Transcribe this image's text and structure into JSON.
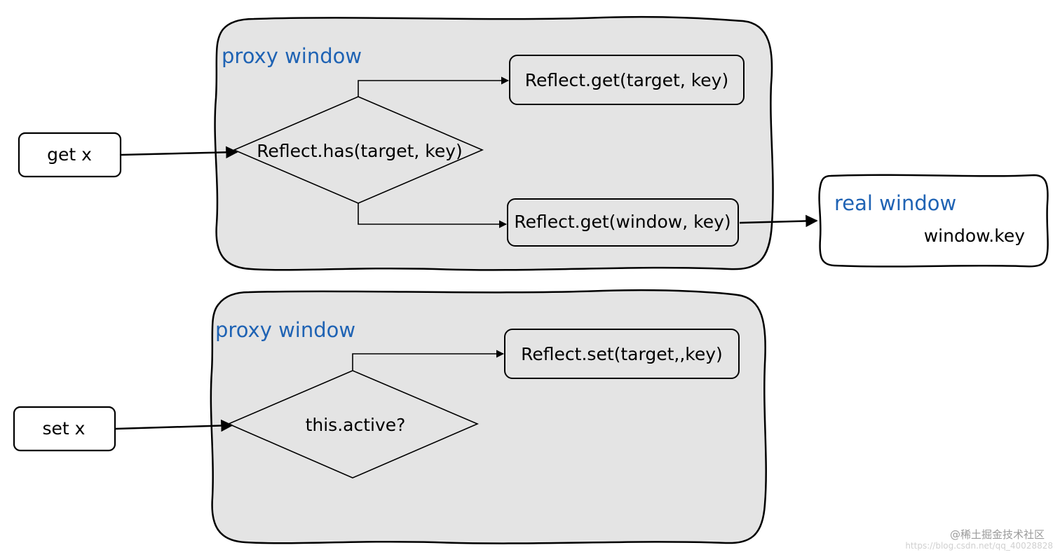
{
  "colors": {
    "group_fill": "#e4e4e4",
    "title_blue": "#1f63b4",
    "stroke": "#000000",
    "node_fill": "#ffffff"
  },
  "proxy_get": {
    "title": "proxy window",
    "decision": "Reflect.has(target, key)",
    "yes_action": "Reflect.get(target, key)",
    "no_action": "Reflect.get(window, key)"
  },
  "proxy_set": {
    "title": "proxy window",
    "decision": "this.active?",
    "yes_action": "Reflect.set(target,,key)"
  },
  "inputs": {
    "get": "get x",
    "set": "set x"
  },
  "real_window": {
    "title": "real window",
    "value": "window.key"
  },
  "watermark": {
    "text": "@稀土掘金技术社区",
    "url": "https://blog.csdn.net/qq_40028828"
  }
}
